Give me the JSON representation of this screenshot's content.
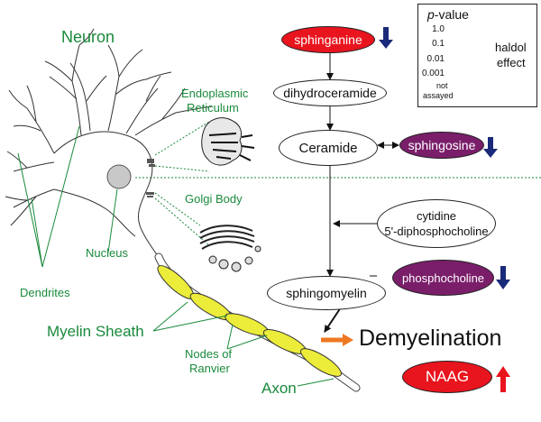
{
  "labels": {
    "neuron": "Neuron",
    "er_line1": "Endoplasmic",
    "er_line2": "Reticulum",
    "golgi": "Golgi Body",
    "nucleus": "Nucleus",
    "dendrites": "Dendrites",
    "myelin": "Myelin Sheath",
    "nodes_line1": "Nodes of",
    "nodes_line2": "Ranvier",
    "axon": "Axon"
  },
  "pathway": {
    "sphinganine": "sphinganine",
    "dihydroceramide": "dihydroceramide",
    "ceramide": "Ceramide",
    "sphingosine": "sphingosine",
    "cdp_line1": "cytidine",
    "cdp_line2": "5'-diphosphocholine",
    "phosphocholine": "phosphocholine",
    "sphingomyelin": "sphingomyelin",
    "demyelination": "Demyelination",
    "naag": "NAAG"
  },
  "legend": {
    "title_italic": "p",
    "title_rest": "-value",
    "ticks": [
      "1.0",
      "0.1",
      "0.01",
      "0.001"
    ],
    "not_line1": "not",
    "not_line2": "assayed",
    "effect_line1": "haldol",
    "effect_line2": "effect"
  },
  "colors": {
    "label_green": "#1a8a3c",
    "sig_red": "#e8141e",
    "sig_purple": "#7a1e6a",
    "arrow_up": "#e8141e",
    "arrow_down": "#1a2a7a",
    "myelin_yellow": "#ecec3a",
    "demyelination_arrow": "#ee7722"
  },
  "effects": {
    "sphinganine": "down",
    "sphingosine": "down",
    "phosphocholine": "down",
    "naag": "up"
  }
}
